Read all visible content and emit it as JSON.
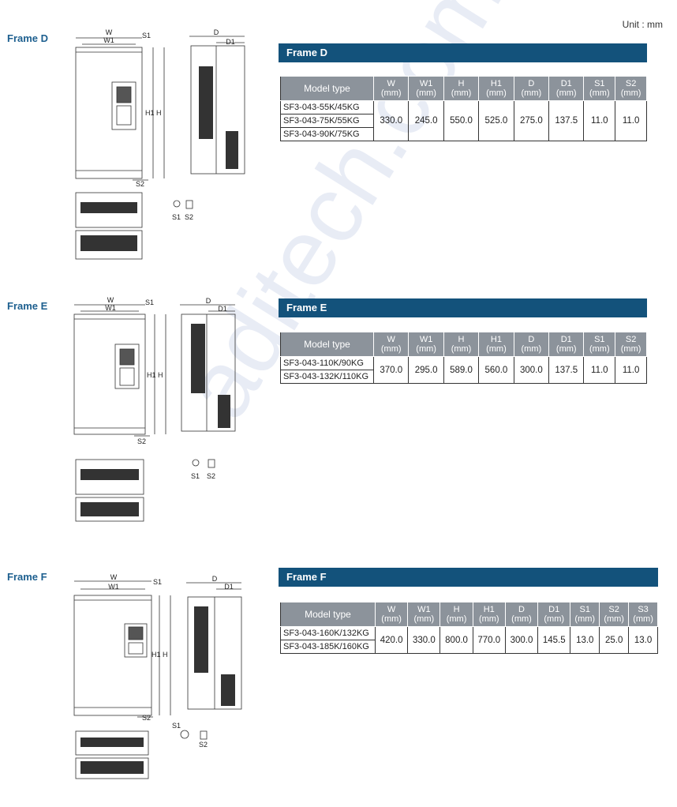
{
  "unit_label": "Unit : mm",
  "watermark": "aditech.com",
  "frames": [
    {
      "id": "d",
      "label": "Frame D",
      "banner": "Frame D",
      "drawing_labels": {
        "w": "W",
        "w1": "W1",
        "s1": "S1",
        "h": "H",
        "h1": "H1",
        "d": "D",
        "d1": "D1",
        "s2": "S2",
        "foot_s1": "S1",
        "foot_s2": "S2"
      },
      "columns": [
        {
          "key": "model",
          "label": "Model type"
        },
        {
          "key": "w",
          "label": "W",
          "unit": "(mm)"
        },
        {
          "key": "w1",
          "label": "W1",
          "unit": "(mm)"
        },
        {
          "key": "h",
          "label": "H",
          "unit": "(mm)"
        },
        {
          "key": "h1",
          "label": "H1",
          "unit": "(mm)"
        },
        {
          "key": "d",
          "label": "D",
          "unit": "(mm)"
        },
        {
          "key": "d1",
          "label": "D1",
          "unit": "(mm)"
        },
        {
          "key": "s1",
          "label": "S1",
          "unit": "(mm)"
        },
        {
          "key": "s2",
          "label": "S2",
          "unit": "(mm)"
        }
      ],
      "models": [
        "SF3-043-55K/45KG",
        "SF3-043-75K/55KG",
        "SF3-043-90K/75KG"
      ],
      "values": [
        "330.0",
        "245.0",
        "550.0",
        "525.0",
        "275.0",
        "137.5",
        "11.0",
        "11.0"
      ]
    },
    {
      "id": "e",
      "label": "Frame E",
      "banner": "Frame E",
      "drawing_labels": {
        "w": "W",
        "w1": "W1",
        "s1": "S1",
        "h": "H",
        "h1": "H1",
        "d": "D",
        "d1": "D1",
        "s2": "S2",
        "foot_s1": "S1",
        "foot_s2": "S2"
      },
      "columns": [
        {
          "key": "model",
          "label": "Model type"
        },
        {
          "key": "w",
          "label": "W",
          "unit": "(mm)"
        },
        {
          "key": "w1",
          "label": "W1",
          "unit": "(mm)"
        },
        {
          "key": "h",
          "label": "H",
          "unit": "(mm)"
        },
        {
          "key": "h1",
          "label": "H1",
          "unit": "(mm)"
        },
        {
          "key": "d",
          "label": "D",
          "unit": "(mm)"
        },
        {
          "key": "d1",
          "label": "D1",
          "unit": "(mm)"
        },
        {
          "key": "s1",
          "label": "S1",
          "unit": "(mm)"
        },
        {
          "key": "s2",
          "label": "S2",
          "unit": "(mm)"
        }
      ],
      "models": [
        "SF3-043-110K/90KG",
        "SF3-043-132K/110KG"
      ],
      "values": [
        "370.0",
        "295.0",
        "589.0",
        "560.0",
        "300.0",
        "137.5",
        "11.0",
        "11.0"
      ]
    },
    {
      "id": "f",
      "label": "Frame F",
      "banner": "Frame F",
      "drawing_labels": {
        "w": "W",
        "w1": "W1",
        "s1": "S1",
        "h": "H",
        "h1": "H1",
        "d": "D",
        "d1": "D1",
        "s2": "S2",
        "foot_s1": "S1",
        "foot_s2": "S2"
      },
      "columns": [
        {
          "key": "model",
          "label": "Model type"
        },
        {
          "key": "w",
          "label": "W",
          "unit": "(mm)"
        },
        {
          "key": "w1",
          "label": "W1",
          "unit": "(mm)"
        },
        {
          "key": "h",
          "label": "H",
          "unit": "(mm)"
        },
        {
          "key": "h1",
          "label": "H1",
          "unit": "(mm)"
        },
        {
          "key": "d",
          "label": "D",
          "unit": "(mm)"
        },
        {
          "key": "d1",
          "label": "D1",
          "unit": "(mm)"
        },
        {
          "key": "s1",
          "label": "S1",
          "unit": "(mm)"
        },
        {
          "key": "s2",
          "label": "S2",
          "unit": "(mm)"
        },
        {
          "key": "s3",
          "label": "S3",
          "unit": "(mm)"
        }
      ],
      "models": [
        "SF3-043-160K/132KG",
        "SF3-043-185K/160KG"
      ],
      "values": [
        "420.0",
        "330.0",
        "800.0",
        "770.0",
        "300.0",
        "145.5",
        "13.0",
        "25.0",
        "13.0"
      ]
    }
  ],
  "colors": {
    "banner": "#13527b",
    "header": "#8c939b",
    "frame_label": "#1d5f8f"
  }
}
